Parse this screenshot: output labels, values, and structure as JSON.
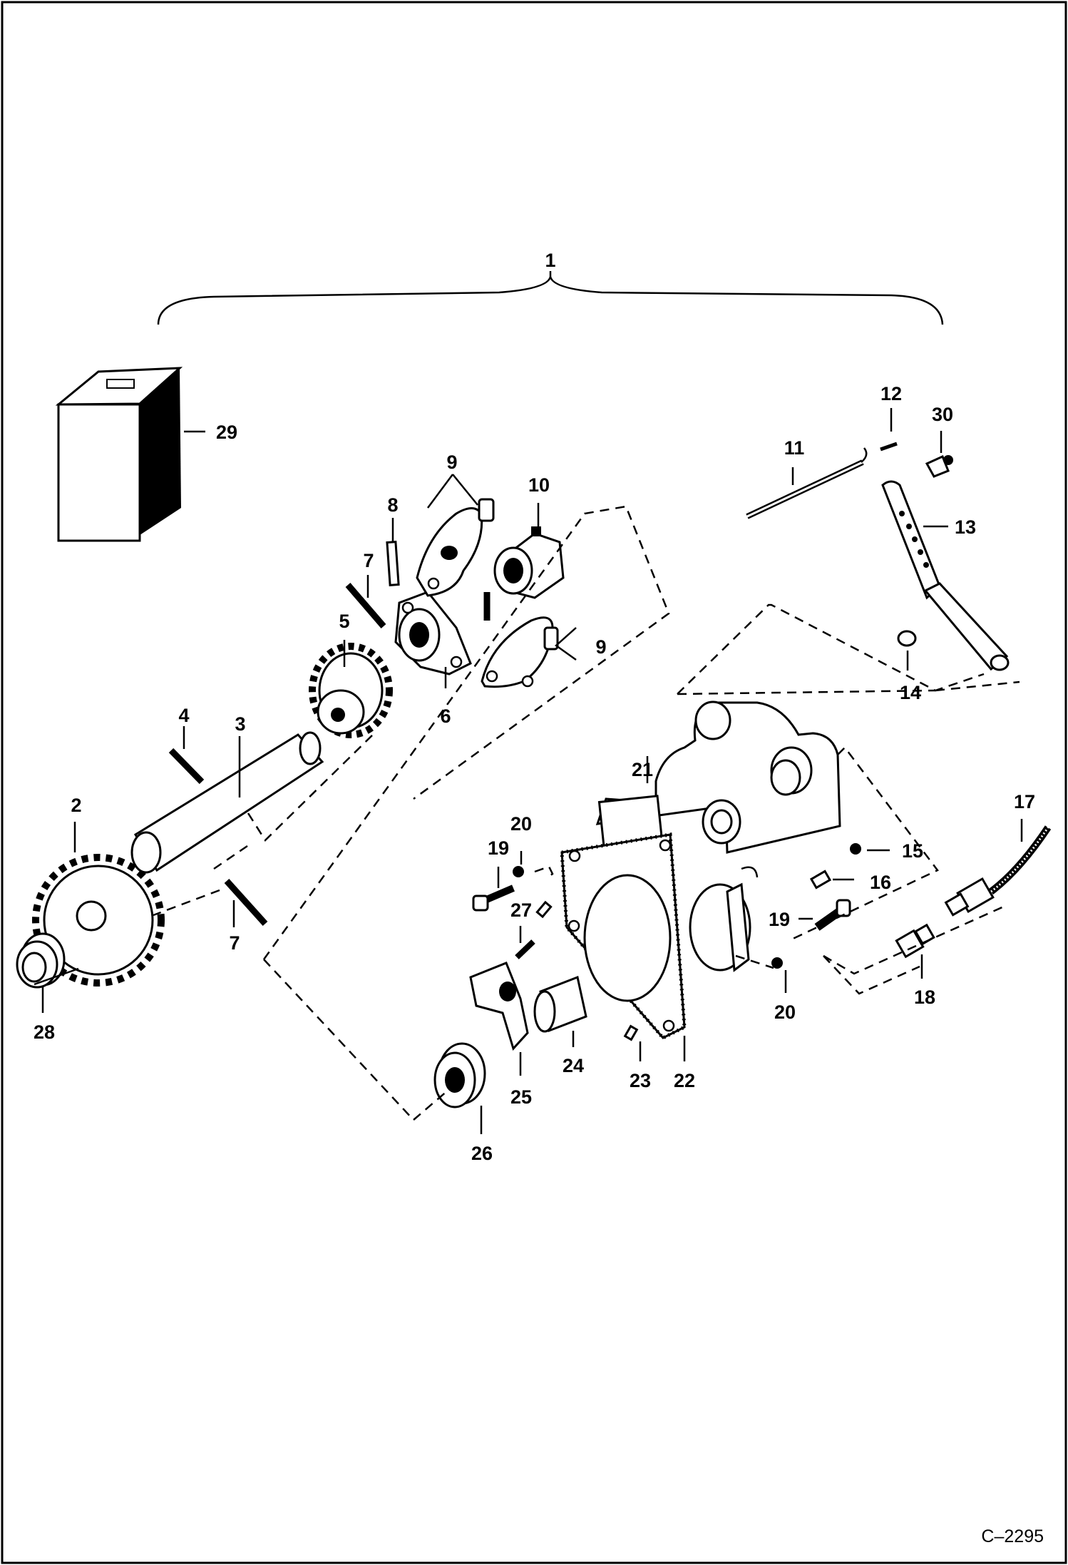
{
  "diagram": {
    "reference_code": "C–2295",
    "callouts": [
      "1",
      "2",
      "3",
      "4",
      "5",
      "6",
      "7",
      "7",
      "8",
      "9",
      "9",
      "10",
      "11",
      "12",
      "13",
      "14",
      "15",
      "16",
      "17",
      "18",
      "19",
      "19",
      "20",
      "20",
      "21",
      "22",
      "23",
      "24",
      "25",
      "26",
      "27",
      "28",
      "29",
      "30"
    ]
  },
  "colors": {
    "ink": "#000000",
    "paper": "#ffffff"
  }
}
